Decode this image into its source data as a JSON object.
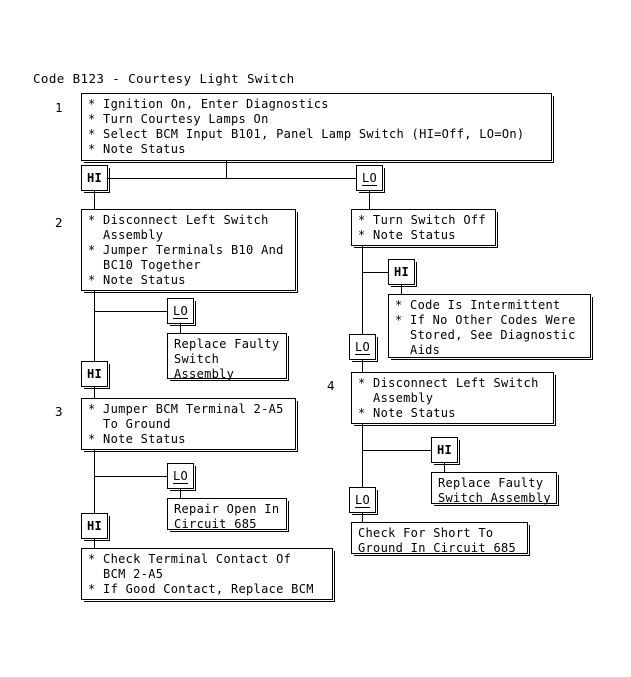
{
  "title": "Code B123 - Courtesy Light Switch",
  "steps": {
    "s1": "1",
    "s2": "2",
    "s3": "3",
    "s4": "4"
  },
  "tags": {
    "hi": "HI",
    "lo": "LO"
  },
  "boxes": {
    "step1": "* Ignition On, Enter Diagnostics\n* Turn Courtesy Lamps On\n* Select BCM Input B101, Panel Lamp Switch (HI=Off, LO=On)\n* Note Status",
    "step2": "* Disconnect Left Switch\n  Assembly\n* Jumper Terminals B10 And\n  BC10 Together\n* Note Status",
    "turn_switch_off": "* Turn Switch Off\n* Note Status",
    "code_intermittent": "* Code Is Intermittent\n* If No Other Codes Were\n  Stored, See Diagnostic\n  Aids",
    "replace_faulty_left": "Replace Faulty\nSwitch\nAssembly",
    "step3": "* Jumper BCM Terminal 2-A5\n  To Ground\n* Note Status",
    "step4": "* Disconnect Left Switch\n  Assembly\n* Note Status",
    "repair_open": "Repair Open In\nCircuit 685",
    "replace_faulty_right": "Replace Faulty\nSwitch Assembly",
    "check_terminal": "* Check Terminal Contact Of\n  BCM 2-A5\n* If Good Contact, Replace BCM",
    "check_short": "Check For Short To\nGround In Circuit 685"
  },
  "colors": {
    "ink": "#000000",
    "paper": "#ffffff"
  }
}
